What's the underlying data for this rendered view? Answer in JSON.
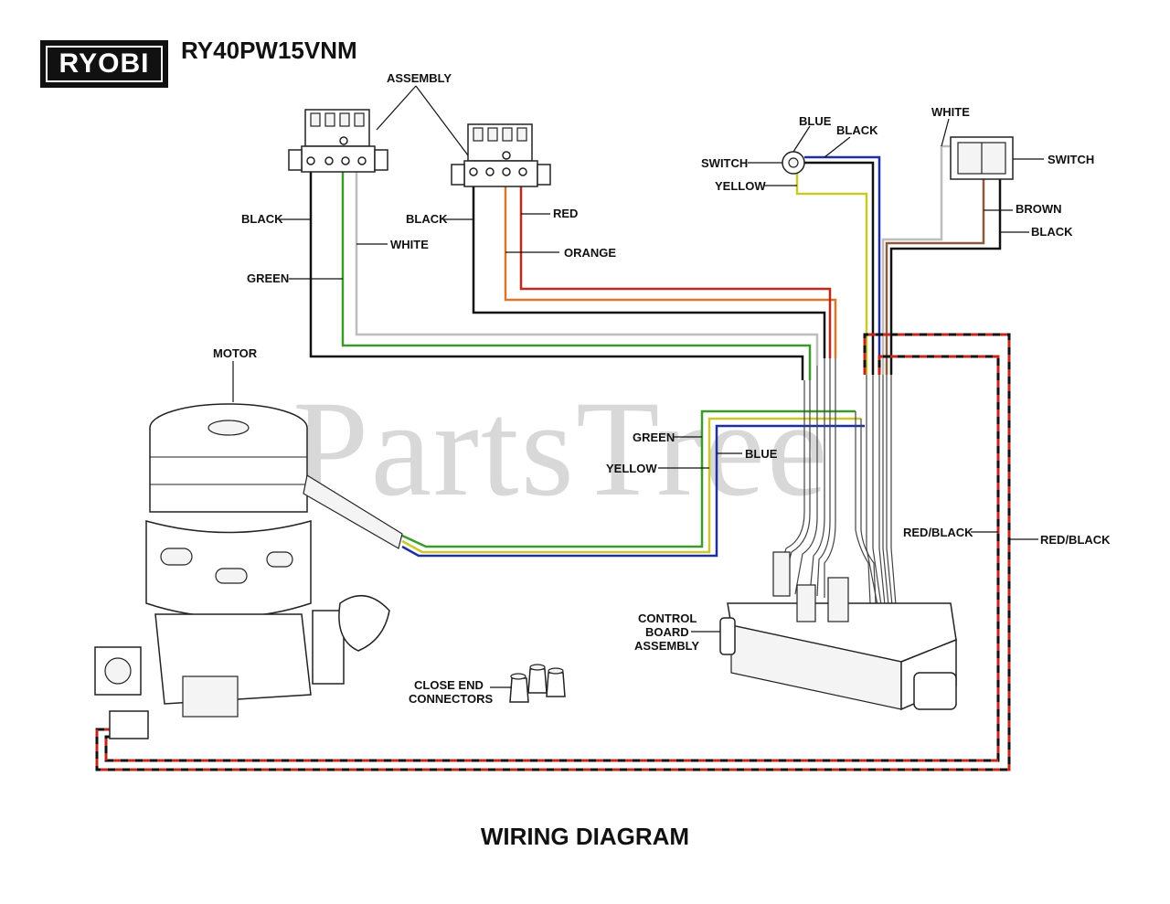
{
  "header": {
    "brand": "RYOBI",
    "model": "RY40PW15VNM"
  },
  "watermark": "PartsTree",
  "footer": {
    "title": "WIRING DIAGRAM"
  },
  "labels": {
    "assembly": "ASSEMBLY",
    "black_left1": "BLACK",
    "white_left": "WHITE",
    "green_left": "GREEN",
    "black_left2": "BLACK",
    "red_top": "RED",
    "orange": "ORANGE",
    "motor": "MOTOR",
    "blue_top": "BLUE",
    "black_top": "BLACK",
    "switch_left": "SWITCH",
    "yellow_top": "YELLOW",
    "white_right": "WHITE",
    "switch_right": "SWITCH",
    "brown": "BROWN",
    "black_right": "BLACK",
    "green_mid": "GREEN",
    "blue_mid": "BLUE",
    "yellow_mid": "YELLOW",
    "red_black_1": "RED/BLACK",
    "red_black_2": "RED/BLACK",
    "control_board_1": "CONTROL",
    "control_board_2": "BOARD",
    "control_board_3": "ASSEMBLY",
    "close_end_1": "CLOSE END",
    "close_end_2": "CONNECTORS"
  },
  "wire_colors": {
    "black": "#111111",
    "white": "#bdbdbd",
    "green": "#3a9a2a",
    "red": "#c0281e",
    "orange": "#d9772a",
    "blue": "#1f2fa0",
    "yellow": "#c9c92a",
    "brown": "#8a5a3a"
  }
}
